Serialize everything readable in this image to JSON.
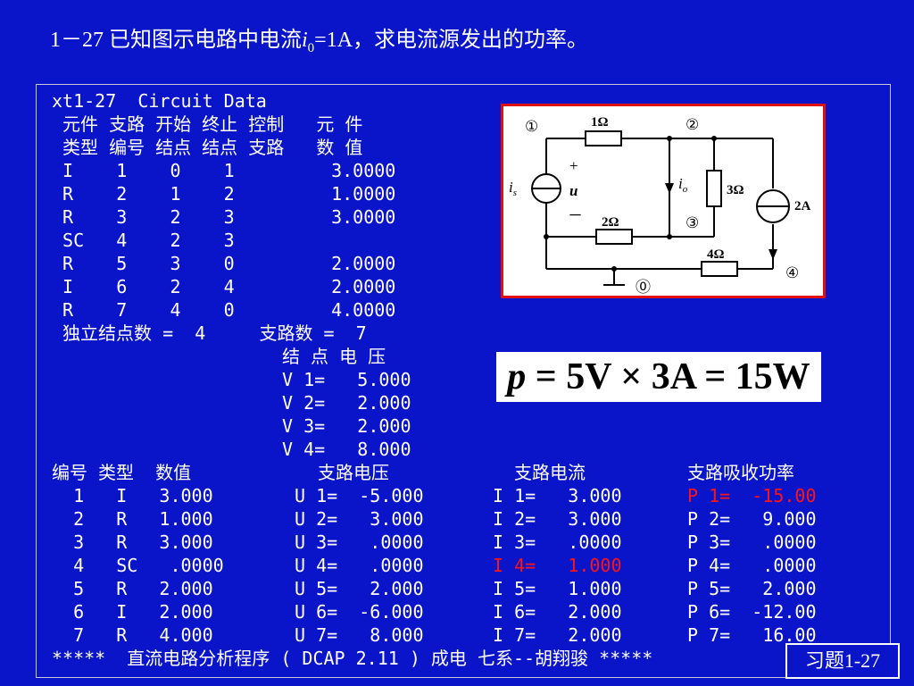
{
  "title": {
    "prefix": "1－27 已知图示电路中电流",
    "var": "i",
    "sub": "0",
    "suffix": "=1A，求电流源发出的功率。"
  },
  "data_block": {
    "header": "xt1-27  Circuit Data",
    "col_head1": " 元件 支路 开始 终止 控制   元 件",
    "col_head2": " 类型 编号 结点 结点 支路   数 值",
    "rows": [
      " I    1    0    1         3.0000",
      " R    2    1    2         1.0000",
      " R    3    2    3         3.0000",
      " SC   4    2    3",
      " R    5    3    0         2.0000",
      " I    6    2    4         2.0000",
      " R    7    4    0         4.0000"
    ],
    "summary": " 独立结点数 =  4     支路数 =  7"
  },
  "node_block": {
    "header": "结 点 电 压",
    "rows": [
      "V 1=   5.000",
      "V 2=   2.000",
      "V 3=   2.000",
      "V 4=   8.000"
    ]
  },
  "result_table": {
    "headers": {
      "no_type_val": "编号 类型  数值",
      "voltage": "支路电压",
      "current": "支路电流",
      "power": "支路吸收功率"
    },
    "rows": [
      {
        "a": "  1   I   3.000",
        "u": "U 1=  -5.000",
        "i": "I 1=   3.000",
        "p": "P 1=  -15.00"
      },
      {
        "a": "  2   R   1.000",
        "u": "U 2=   3.000",
        "i": "I 2=   3.000",
        "p": "P 2=   9.000"
      },
      {
        "a": "  3   R   3.000",
        "u": "U 3=   .0000",
        "i": "I 3=   .0000",
        "p": "P 3=   .0000"
      },
      {
        "a": "  4   SC   .0000",
        "u": "U 4=   .0000",
        "i": "I 4=   1.000",
        "p": "P 4=   .0000"
      },
      {
        "a": "  5   R   2.000",
        "u": "U 5=   2.000",
        "i": "I 5=   1.000",
        "p": "P 5=   2.000"
      },
      {
        "a": "  6   I   2.000",
        "u": "U 6=  -6.000",
        "i": "I 6=   2.000",
        "p": "P 6=  -12.00"
      },
      {
        "a": "  7   R   4.000",
        "u": "U 7=   8.000",
        "i": "I 7=   2.000",
        "p": "P 7=   16.00"
      }
    ],
    "footer": "*****  直流电路分析程序 ( DCAP 2.11 ) 成电 七系--胡翔骏 *****"
  },
  "circuit": {
    "nodes": [
      "①",
      "②",
      "③",
      "⓪",
      "④"
    ],
    "r1": "1Ω",
    "r2": "2Ω",
    "r3": "3Ω",
    "r4": "4Ω",
    "is": "i",
    "is_sub": "s",
    "u": "u",
    "plus": "+",
    "minus": "－",
    "io": "i",
    "io_sub": "o",
    "src2": "2A"
  },
  "formula": {
    "p": "p",
    "rest": " = 5V × 3A = 15W"
  },
  "badge": "习题1-27",
  "colors": {
    "background": "#0a14c8",
    "highlight": "#ff1414",
    "frame": "#e01010"
  }
}
